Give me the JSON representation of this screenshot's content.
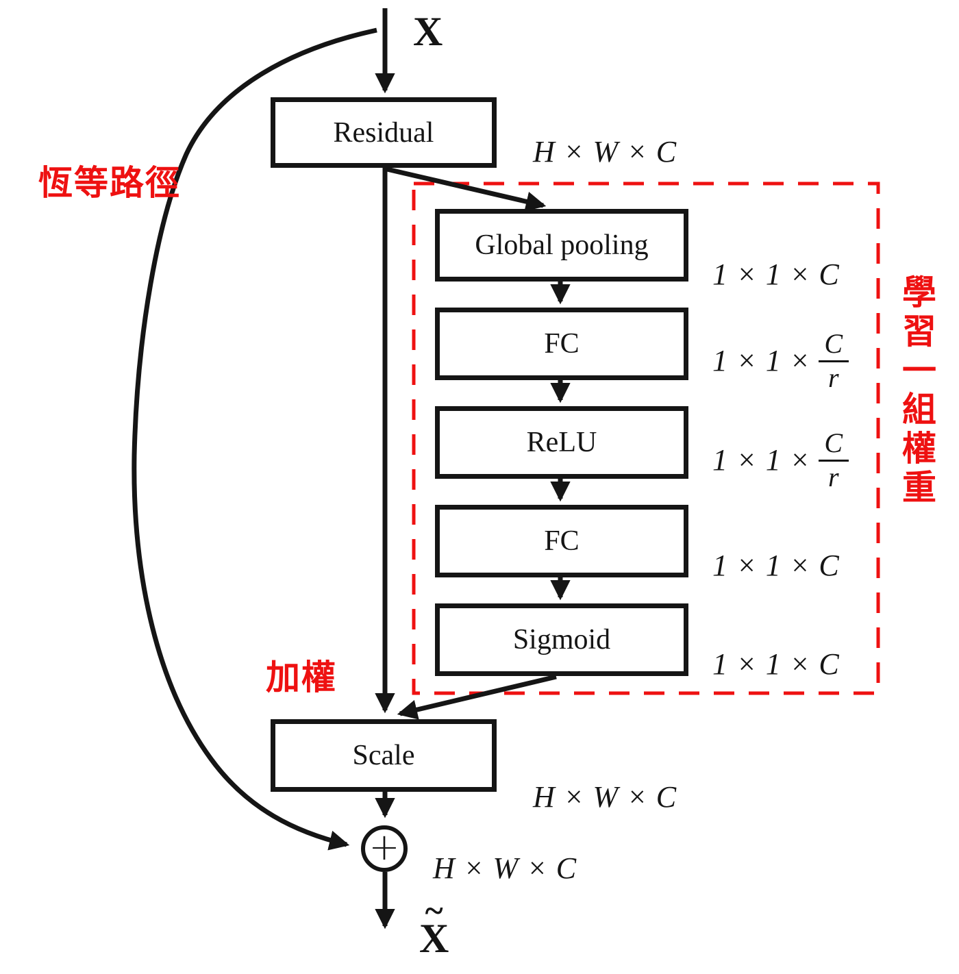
{
  "colors": {
    "ink": "#151515",
    "red": "#ee1111"
  },
  "io": {
    "input": "X",
    "output_base": "X",
    "output_tilde": "~"
  },
  "blocks": {
    "residual": "Residual",
    "global_pooling": "Global pooling",
    "fc1": "FC",
    "relu": "ReLU",
    "fc2": "FC",
    "sigmoid": "Sigmoid",
    "scale": "Scale"
  },
  "adder": {
    "symbol": "+"
  },
  "dims": {
    "residual": "H × W × C",
    "global_pooling": "1 × 1 × C",
    "fc1": {
      "pre": "1 × 1 ×",
      "num": "C",
      "den": "r"
    },
    "relu": {
      "pre": "1 × 1 ×",
      "num": "C",
      "den": "r"
    },
    "fc2": "1 × 1 × C",
    "sigmoid": "1 × 1 × C",
    "scale": "H × W × C",
    "adder": "H × W × C"
  },
  "annotations": {
    "identity_path": "恆等路徑",
    "weighting": "加權",
    "learn_weights": "學習一組權重"
  }
}
